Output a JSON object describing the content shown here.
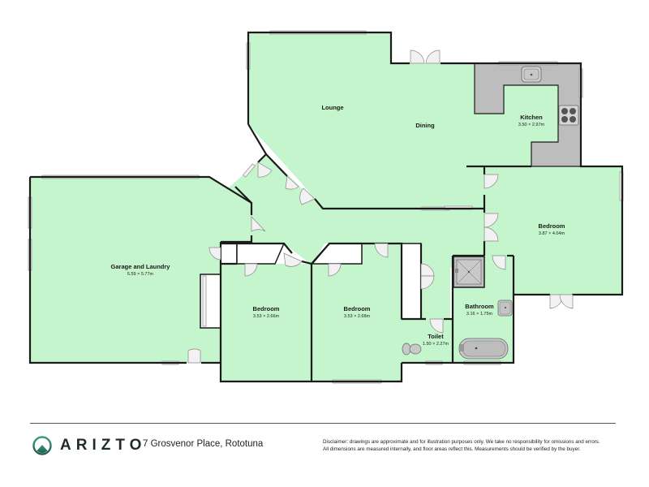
{
  "colors": {
    "floor": "#c4f5cc",
    "wall": "#1a1a1a",
    "fixture": "#bdbdbd",
    "brand": "#2e7d68"
  },
  "rooms": [
    {
      "name": "Lounge",
      "dimensions": ""
    },
    {
      "name": "Dining",
      "dimensions": ""
    },
    {
      "name": "Kitchen",
      "dimensions": "3.50 × 2.97m"
    },
    {
      "name": "Bedroom",
      "dimensions": "3.87 × 4.04m"
    },
    {
      "name": "Garage and Laundry",
      "dimensions": "5.59 × 5.77m"
    },
    {
      "name": "Bedroom",
      "dimensions": "3.53 × 2.66m"
    },
    {
      "name": "Bedroom",
      "dimensions": "3.53 × 2.68m"
    },
    {
      "name": "Bathroom",
      "dimensions": "3.16 × 1.75m"
    },
    {
      "name": "Toilet",
      "dimensions": "1.50 × 2.27m"
    }
  ],
  "footer": {
    "brand": "ARIZTO",
    "address": "7 Grosvenor Place, Rototuna",
    "disclaimer_line1": "Disclaimer: drawings are approximate and for illustration purposes only. We take no responsibility for omissions and errors.",
    "disclaimer_line2": "All dimensions are measured internally, and floor areas reflect this. Measurements should be verified by the buyer."
  },
  "icons": {
    "logo": "mountain-circle-icon",
    "sink": "sink-icon",
    "cooktop": "cooktop-icon",
    "shower": "shower-icon",
    "bath": "bathtub-icon",
    "basin": "basin-icon",
    "toilet": "toilet-icon"
  }
}
